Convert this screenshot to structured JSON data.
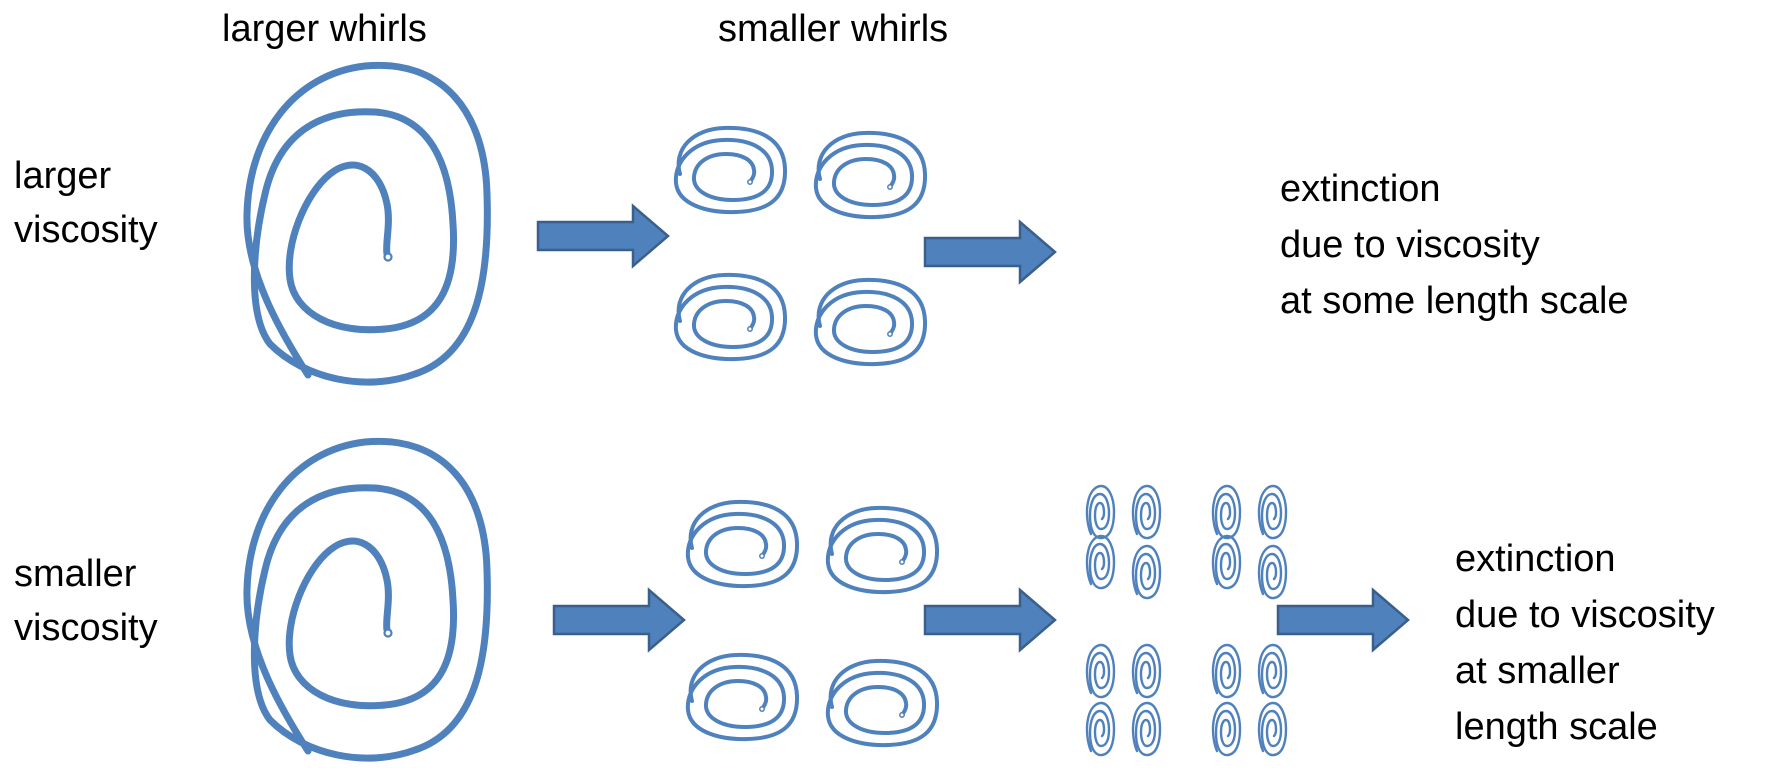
{
  "headers": {
    "col1": "larger whirls",
    "col2": "smaller whirls"
  },
  "rows": [
    {
      "label": [
        "larger",
        "viscosity"
      ],
      "outcome": [
        "extinction",
        "due to viscosity",
        "at some length scale"
      ]
    },
    {
      "label": [
        "smaller",
        "viscosity"
      ],
      "outcome": [
        "extinction",
        "due to viscosity",
        "at smaller",
        "length scale"
      ]
    }
  ],
  "colors": {
    "whirl_stroke": "#4f81bd",
    "arrow_fill": "#4f81bd",
    "arrow_stroke": "#3a5f8c",
    "text": "#000000"
  },
  "icons": [
    "large-whirl",
    "medium-whirl",
    "tiny-whirl",
    "right-arrow"
  ]
}
